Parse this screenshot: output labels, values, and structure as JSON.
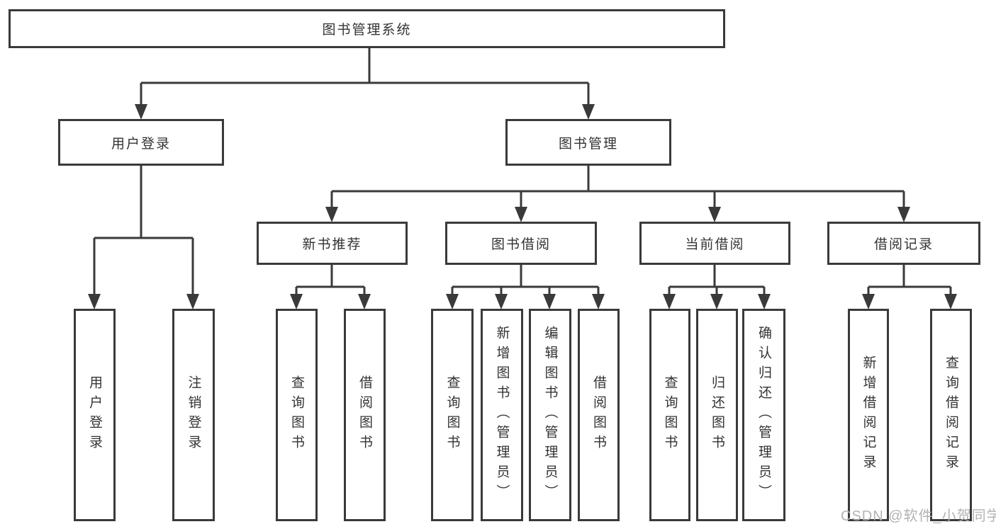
{
  "diagram": {
    "root": {
      "label": "图书管理系统"
    },
    "level2": [
      {
        "label": "用户登录"
      },
      {
        "label": "图书管理"
      }
    ],
    "level3": [
      {
        "label": "新书推荐"
      },
      {
        "label": "图书借阅"
      },
      {
        "label": "当前借阅"
      },
      {
        "label": "借阅记录"
      }
    ],
    "leaves": {
      "user": [
        "用户登录",
        "注销登录"
      ],
      "recommend": [
        "查询图书",
        "借阅图书"
      ],
      "borrow": [
        "查询图书",
        "新增图书（管理员）",
        "编辑图书（管理员）",
        "借阅图书"
      ],
      "current": [
        "查询图书",
        "归还图书",
        "确认归还（管理员）"
      ],
      "records": [
        "新增借阅记录",
        "查询借阅记录"
      ]
    }
  },
  "watermark": {
    "text": "CSDN @软件_小贺同学"
  },
  "colors": {
    "line": "#3a3a3a",
    "box_border": "#3a3a3a",
    "text": "#333333",
    "watermark": "#afafaf",
    "background": "#ffffff"
  }
}
